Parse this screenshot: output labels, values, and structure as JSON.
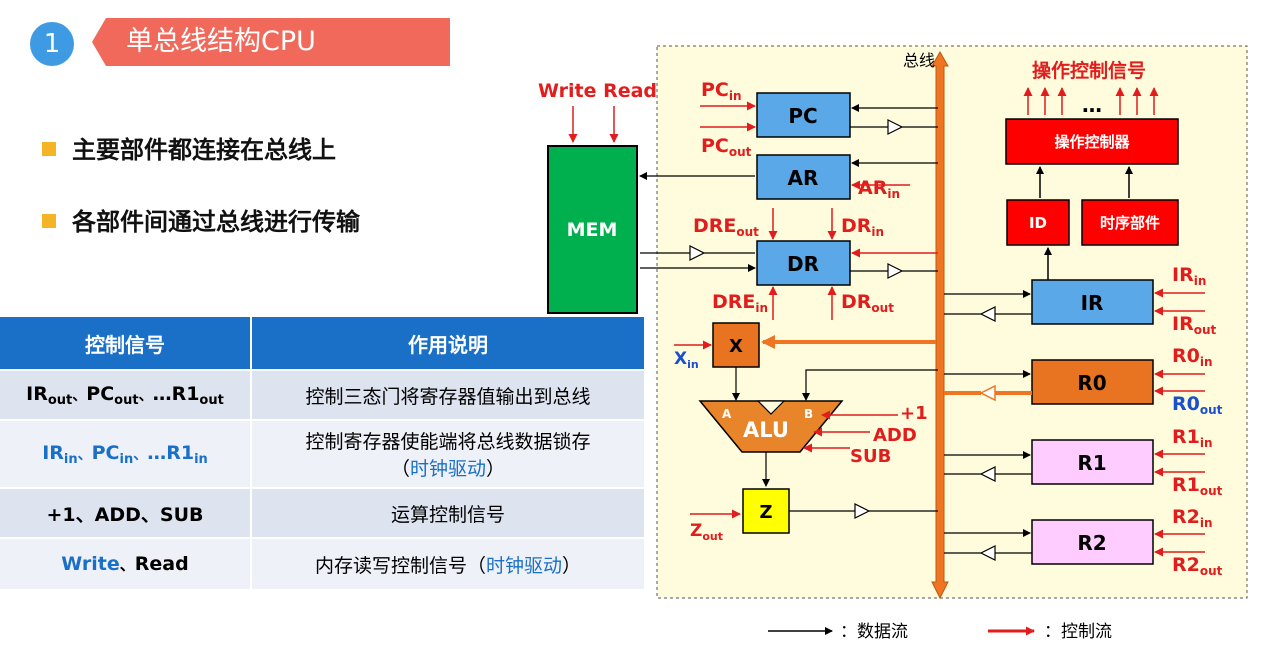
{
  "header": {
    "number": "1",
    "title": "单总线结构CPU"
  },
  "bullets": [
    "主要部件都连接在总线上",
    "各部件间通过总线进行传输"
  ],
  "table": {
    "headers": [
      "控制信号",
      "作用说明"
    ],
    "rows": [
      {
        "signal": [
          [
            "IR",
            "out"
          ],
          "、",
          [
            "PC",
            "out"
          ],
          "、",
          [
            "…R1",
            "out"
          ]
        ],
        "desc": "控制三态门将寄存器值输出到总线",
        "desc2": ""
      },
      {
        "signal": [
          [
            "IR",
            "in"
          ],
          "、",
          [
            "PC",
            "in"
          ],
          "、",
          [
            "…R1",
            "in"
          ]
        ],
        "desc": "控制寄存器使能端将总线数据锁存",
        "desc2_pre": "（",
        "desc2_blue": "时钟驱动",
        "desc2_post": "）"
      },
      {
        "signal_text": "+1、ADD、SUB",
        "desc": "运算控制信号"
      },
      {
        "signal_write": "Write",
        "signal_sep": "、",
        "signal_read": "Read",
        "desc_pre": "内存读写控制信号（",
        "desc_blue": "时钟驱动",
        "desc_post": "）"
      }
    ]
  },
  "diagram": {
    "bus_label": "总线",
    "op_signals_label": "操作控制信号",
    "op_signals_dots": "…",
    "write_read_label": "Write Read",
    "components": {
      "pc": "PC",
      "ar": "AR",
      "dr": "DR",
      "mem": "MEM",
      "x": "X",
      "alu": "ALU",
      "alu_a": "A",
      "alu_b": "B",
      "z": "Z",
      "ir": "IR",
      "r0": "R0",
      "r1": "R1",
      "r2": "R2",
      "op_ctrl": "操作控制器",
      "id": "ID",
      "timing": "时序部件"
    },
    "signals": {
      "pc_in": [
        "PC",
        "in"
      ],
      "pc_out": [
        "PC",
        "out"
      ],
      "ar_in": [
        "AR",
        "in"
      ],
      "dre_out": [
        "DRE",
        "out"
      ],
      "dr_in": [
        "DR",
        "in"
      ],
      "dre_in": [
        "DRE",
        "in"
      ],
      "dr_out": [
        "DR",
        "out"
      ],
      "x_in": [
        "X",
        "in"
      ],
      "z_out": [
        "Z",
        "out"
      ],
      "alu_ops": [
        "+1",
        "ADD",
        "SUB"
      ],
      "ir_in": [
        "IR",
        "in"
      ],
      "ir_out": [
        "IR",
        "out"
      ],
      "r0_in": [
        "R0",
        "in"
      ],
      "r0_out": [
        "R0",
        "out"
      ],
      "r1_in": [
        "R1",
        "in"
      ],
      "r1_out": [
        "R1",
        "out"
      ],
      "r2_in": [
        "R2",
        "in"
      ],
      "r2_out": [
        "R2",
        "out"
      ]
    },
    "legend": {
      "data": "：数据流",
      "control": "：控制流"
    }
  },
  "colors": {
    "title_bar": "#f0695a",
    "badge": "#3f9ae4",
    "bullet": "#f5b326",
    "table_header": "#1a6fc7",
    "register_blue": "#5aa8e8",
    "mem_green": "#00b04f",
    "x_orange": "#e87320",
    "alu_orange": "#e8842a",
    "z_yellow": "#ffff00",
    "ctrl_red": "#ff0000",
    "reg_pink": "#ffccff",
    "bus_orange": "#ef7522",
    "panel_bg": "#fefcdc",
    "signal_red": "#e11d1d",
    "signal_blue": "#1a4fd0"
  }
}
